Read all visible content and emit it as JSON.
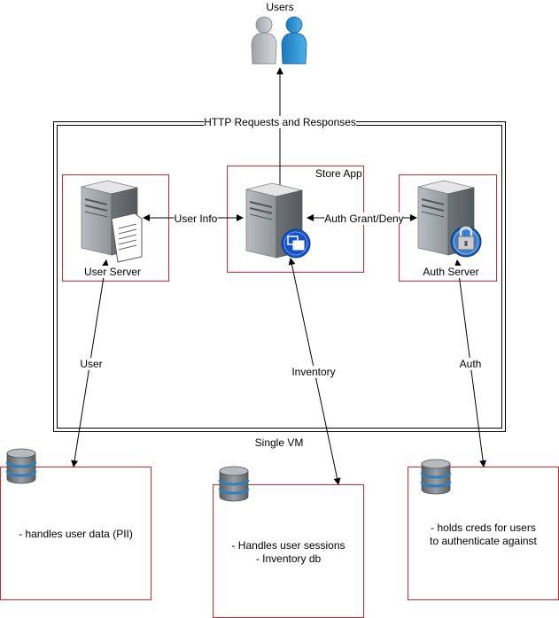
{
  "users": {
    "label": "Users"
  },
  "vm": {
    "label": "Single VM",
    "http_label": "HTTP Requests and Responses"
  },
  "servers": {
    "user_server": "User Server",
    "store_app": "Store App",
    "auth_server": "Auth Server"
  },
  "edges": {
    "user_info": "User Info",
    "auth_grant": "Auth Grant/Deny",
    "user": "User",
    "inventory": "Inventory",
    "auth": "Auth"
  },
  "databases": {
    "user_db_line1": "- handles user data (PII)",
    "store_db_line1": "- Handles user sessions",
    "store_db_line2": "- Inventory db",
    "auth_db_line1": "- holds creds for users",
    "auth_db_line2": "to authenticate against"
  },
  "colors": {
    "frame_red": "#d9262c",
    "server_gray": "#8c9196",
    "db_blue": "#2e7fbf",
    "user_blue": "#1f86c9"
  }
}
